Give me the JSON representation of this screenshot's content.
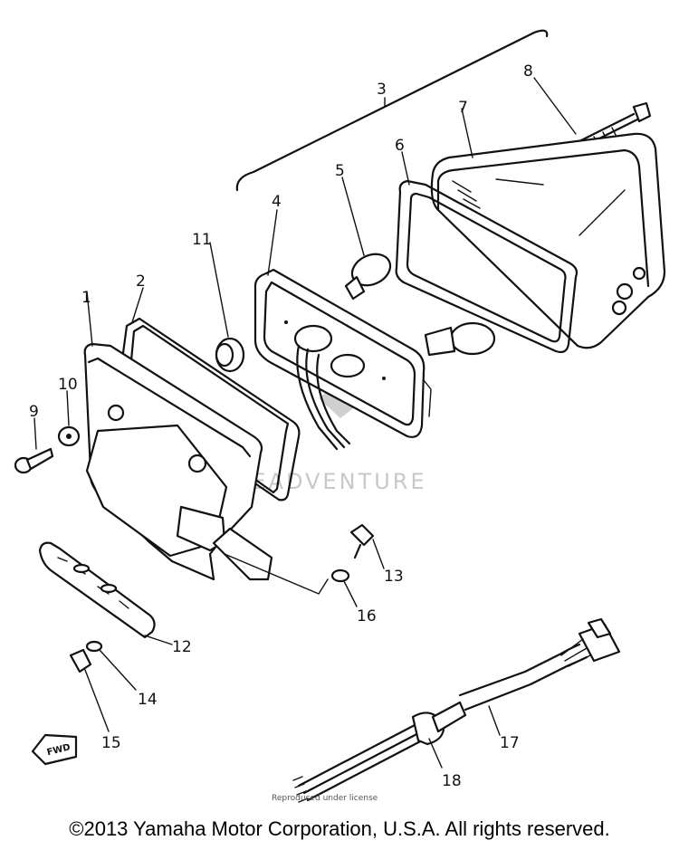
{
  "callouts": {
    "c1": "1",
    "c2": "2",
    "c3": "3",
    "c4": "4",
    "c5": "5",
    "c6": "6",
    "c7": "7",
    "c8": "8",
    "c9": "9",
    "c10": "10",
    "c11": "11",
    "c12": "12",
    "c13": "13",
    "c14": "14",
    "c15": "15",
    "c16": "16",
    "c17": "17",
    "c18": "18"
  },
  "fwd_label": "FWD",
  "watermark": "LEADVENTURE",
  "fine_print": "Reproduced under license",
  "copyright": "©2013 Yamaha Motor Corporation, U.S.A. All rights reserved."
}
